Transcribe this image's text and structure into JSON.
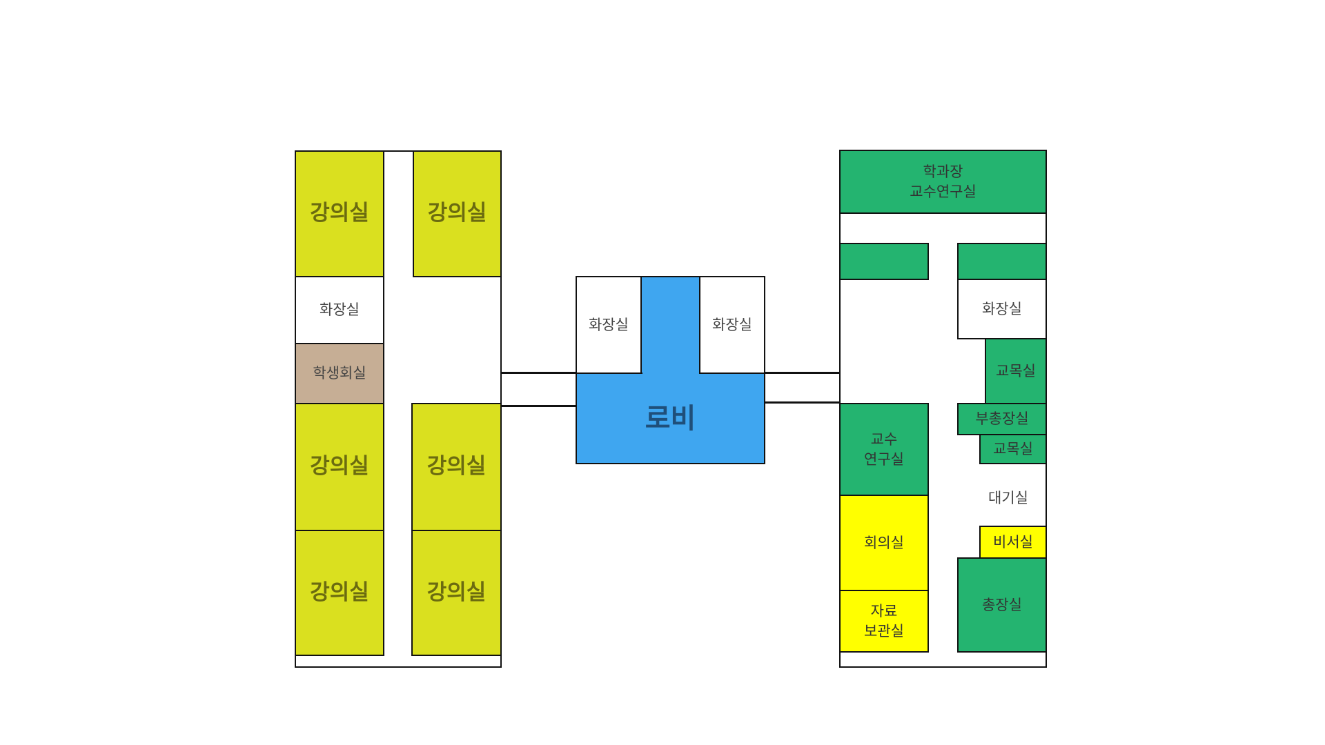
{
  "colors": {
    "lecture": "#dae01f",
    "student": "#c6ae95",
    "lobby": "#3fa6f0",
    "office": "#24b470",
    "meeting": "#ffff00",
    "plain": "#ffffff"
  },
  "left_wing": {
    "lecture_1": "강의실",
    "lecture_2": "강의실",
    "restroom": "화장실",
    "student_council": "학생회실",
    "lecture_3": "강의실",
    "lecture_4": "강의실",
    "lecture_5": "강의실",
    "lecture_6": "강의실"
  },
  "center": {
    "restroom_left": "화장실",
    "restroom_right": "화장실",
    "lobby": "로비"
  },
  "right_wing": {
    "dean_office": "학과장\n교수연구실",
    "restroom": "화장실",
    "staff_room_1": "교목실",
    "vice_president": "부총장실",
    "staff_room_2": "교목실",
    "professor_office": "교수\n연구실",
    "waiting_room": "대기실",
    "meeting_room": "회의실",
    "secretary": "비서실",
    "archive": "자료\n보관실",
    "president": "총장실"
  }
}
